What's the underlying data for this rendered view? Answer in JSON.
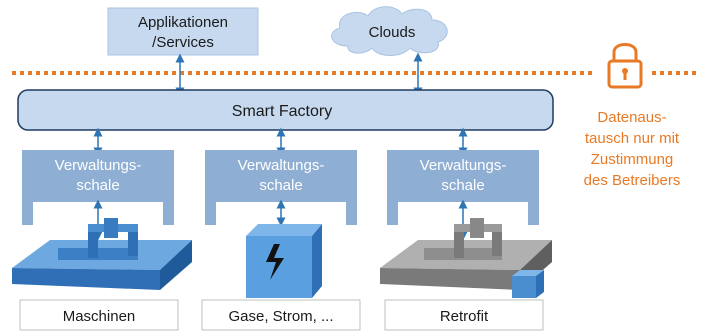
{
  "top": {
    "applications_line1": "Applikationen",
    "applications_line2": "/Services",
    "clouds": "Clouds"
  },
  "smart_factory": "Smart Factory",
  "shells": [
    {
      "line1": "Verwaltungs-",
      "line2": "schale"
    },
    {
      "line1": "Verwaltungs-",
      "line2": "schale"
    },
    {
      "line1": "Verwaltungs-",
      "line2": "schale"
    }
  ],
  "assets": [
    {
      "label": "Maschinen",
      "icon": "blue-machine"
    },
    {
      "label": "Gase, Strom, ...",
      "icon": "utility-cabinet-lightning"
    },
    {
      "label": "Retrofit",
      "icon": "grey-machine-with-blue-module"
    }
  ],
  "side_note": {
    "lines": [
      "Datenaus-",
      "tausch nur mit",
      "Zustimmung",
      "des Betreibers"
    ],
    "icon": "padlock"
  },
  "colors": {
    "box_fill": "#c6d9ef",
    "box_stroke": "#1f3b63",
    "shell_fill": "#8eaed3",
    "arrow": "#2e75b6",
    "accent_orange": "#e97a25",
    "machine_blue": "#4a8ed0",
    "machine_grey": "#8a8a8a"
  }
}
